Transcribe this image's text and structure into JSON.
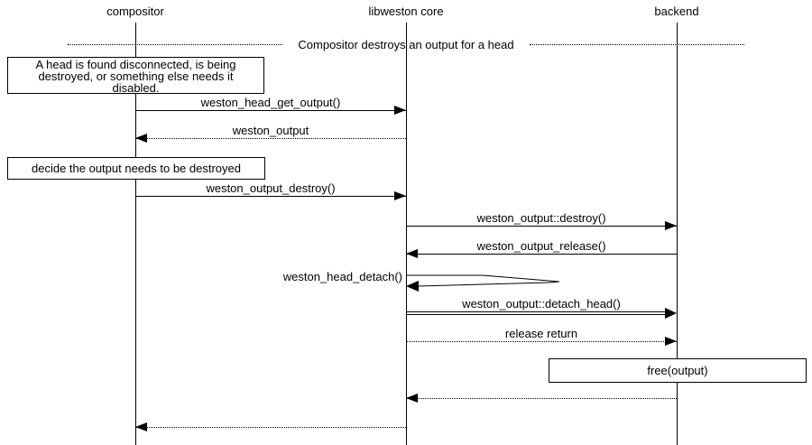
{
  "diagram": {
    "type": "sequence-diagram",
    "title_divider": "Compositor destroys an output for a head",
    "actors": [
      {
        "id": "compositor",
        "label": "compositor"
      },
      {
        "id": "libweston-core",
        "label": "libweston core"
      },
      {
        "id": "backend",
        "label": "backend"
      }
    ],
    "notes": [
      {
        "over": "compositor",
        "lines": [
          "A head is found disconnected, is being",
          "destroyed, or something else needs it",
          "disabled."
        ]
      },
      {
        "over": "compositor",
        "lines": [
          "decide the output needs to be destroyed"
        ]
      },
      {
        "over": "backend",
        "lines": [
          "free(output)"
        ]
      }
    ],
    "messages": [
      {
        "from": "compositor",
        "to": "libweston core",
        "label": "weston_head_get_output()",
        "style": "solid-call"
      },
      {
        "from": "libweston core",
        "to": "compositor",
        "label": "weston_output",
        "style": "dotted-return"
      },
      {
        "from": "compositor",
        "to": "libweston core",
        "label": "weston_output_destroy()",
        "style": "solid-call"
      },
      {
        "from": "libweston core",
        "to": "backend",
        "label": "weston_output::destroy()",
        "style": "solid-call"
      },
      {
        "from": "backend",
        "to": "libweston core",
        "label": "weston_output_release()",
        "style": "solid-call"
      },
      {
        "from": "libweston core",
        "to": "libweston core",
        "label": "weston_head_detach()",
        "style": "self-call"
      },
      {
        "from": "libweston core",
        "to": "backend",
        "label": "weston_output::detach_head()",
        "style": "solid-double-call"
      },
      {
        "from": "libweston core",
        "to": "backend",
        "label": "release return",
        "style": "dotted-return"
      },
      {
        "from": "backend",
        "to": "libweston core",
        "label": "",
        "style": "dotted-return"
      },
      {
        "from": "libweston core",
        "to": "compositor",
        "label": "",
        "style": "dotted-return"
      }
    ],
    "colors": {
      "line": "#000000",
      "background": "#ffffff",
      "text": "#000000"
    }
  }
}
